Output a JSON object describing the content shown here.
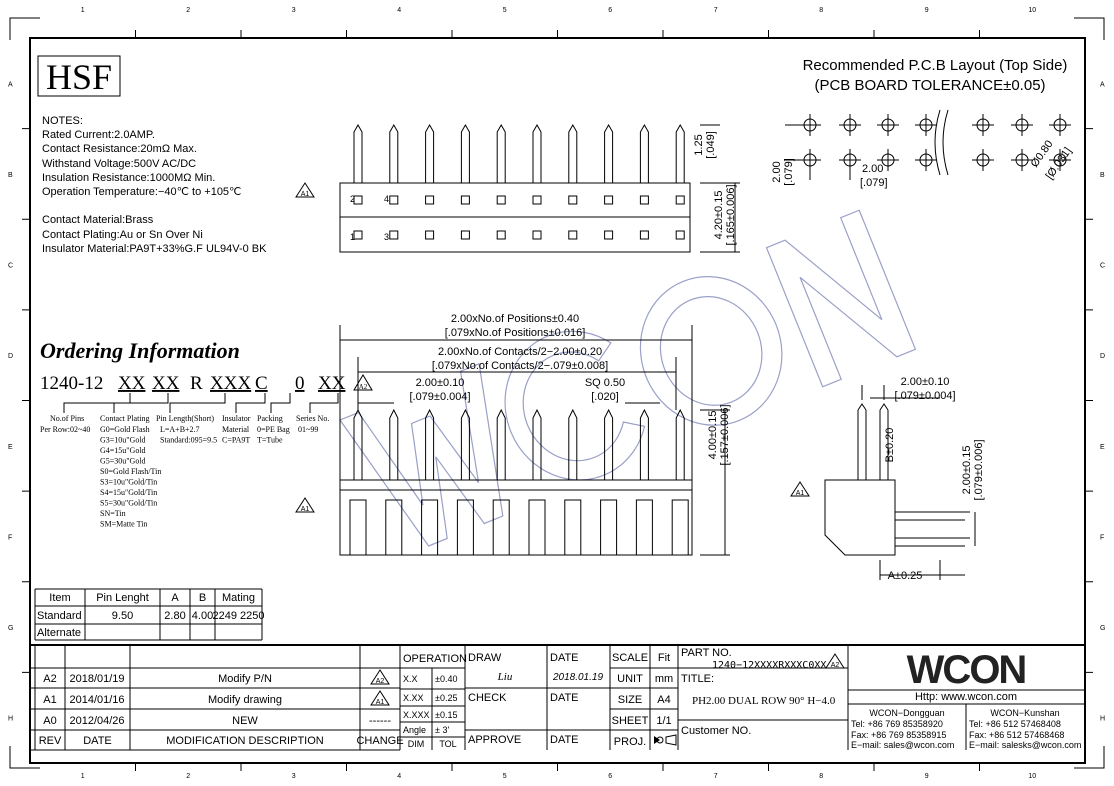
{
  "logo": "HSF",
  "notes": {
    "title": "NOTES:",
    "lines": [
      "Rated Current:2.0AMP.",
      "Contact Resistance:20mΩ Max.",
      "Withstand Voltage:500V AC/DC",
      "Insulation Resistance:1000MΩ Min.",
      "Operation Temperature:−40℃ to +105℃"
    ],
    "material_lines": [
      "Contact Material:Brass",
      "Contact Plating:Au or Sn Over Ni",
      "Insulator Material:PA9T+33%G.F UL94V-0 BK"
    ]
  },
  "grid": {
    "columns": [
      "1",
      "2",
      "3",
      "4",
      "5",
      "6",
      "7",
      "8",
      "9",
      "10"
    ],
    "rows": [
      "A",
      "B",
      "C",
      "D",
      "E",
      "F",
      "G",
      "H"
    ]
  },
  "pcb_layout": {
    "title": "Recommended P.C.B Layout (Top Side)",
    "subtitle": "(PCB BOARD TOLERANCE±0.05)",
    "dim_pitch_v": "2.00",
    "dim_pitch_v_in": "[.079]",
    "dim_pitch_h": "2.00",
    "dim_pitch_h_in": "[.079]",
    "dim_hole": "Ø0.80",
    "dim_hole_in": "[Ø.031]"
  },
  "top_view": {
    "pin_labels": [
      "2",
      "4",
      "1",
      "3"
    ],
    "rev_mark": "A1",
    "dim_tip": "1.25",
    "dim_tip_in": "[.049]",
    "dim_width": "4.20±0.15",
    "dim_width_in": "[.165±0.006]"
  },
  "front_view": {
    "dim_total": "2.00xNo.of Positions±0.40",
    "dim_total_in": "[.079xNo.of Positions±0.016]",
    "dim_contacts": "2.00xNo.of Contacts/2−2.00±0.20",
    "dim_contacts_in": "[.079xNo.of Contacts/2−.079±0.008]",
    "dim_pitch": "2.00±0.10",
    "dim_pitch_in": "[.079±0.004]",
    "dim_sq": "SQ 0.50",
    "dim_sq_in": "[.020]",
    "dim_height": "4.00±0.15",
    "dim_height_in": "[.157±0.006]",
    "rev_mark": "A1"
  },
  "side_view": {
    "dim_pitch": "2.00±0.10",
    "dim_pitch_in": "[.079±0.004]",
    "dim_b": "B±0.20",
    "dim_row": "2.00±0.15",
    "dim_row_in": "[.079±0.006]",
    "dim_a": "A±0.25",
    "rev_mark": "A1"
  },
  "ordering": {
    "title": "Ordering Information",
    "code": [
      "1240-12",
      "XX",
      "XX",
      "R",
      "XXX",
      "C",
      "0",
      "XX"
    ],
    "rev_mark": "A2",
    "fields": [
      {
        "label": "No.of Pins",
        "lines": [
          "Per Row:02~40"
        ]
      },
      {
        "label": "Contact Plating",
        "lines": [
          "G0=Gold Flash",
          "G3=10u\"Gold",
          "G4=15u\"Gold",
          "G5=30u\"Gold",
          "S0=Gold Flash/Tin",
          "S3=10u\"Gold/Tin",
          "S4=15u\"Gold/Tin",
          "S5=30u\"Gold/Tin",
          "SN=Tin",
          "SM=Matte Tin"
        ]
      },
      {
        "label": "Pin Length(Short)",
        "lines": [
          "L=A+B+2.7",
          "Standard:095=9.5"
        ]
      },
      {
        "label": "Insulator",
        "lines": [
          "Material",
          "C=PA9T"
        ]
      },
      {
        "label": "Packing",
        "lines": [
          "0=PE Bag",
          "T=Tube"
        ]
      },
      {
        "label": "Series No.",
        "lines": [
          "01~99"
        ]
      }
    ]
  },
  "pin_table": {
    "headers": [
      "Item",
      "Pin Lenght",
      "A",
      "B",
      "Mating"
    ],
    "rows": [
      [
        "Standard",
        "9.50",
        "2.80",
        "4.00",
        "2249 2250"
      ],
      [
        "Alternate",
        "",
        "",
        "",
        ""
      ]
    ]
  },
  "revisions": {
    "headers": [
      "REV",
      "DATE",
      "MODIFICATION DESCRIPTION",
      "CHANGE"
    ],
    "rows": [
      {
        "rev": "A2",
        "date": "2018/01/19",
        "desc": "Modify P/N",
        "mark": "A2"
      },
      {
        "rev": "A1",
        "date": "2014/01/16",
        "desc": "Modify drawing",
        "mark": "A1"
      },
      {
        "rev": "A0",
        "date": "2012/04/26",
        "desc": "NEW",
        "mark": "------"
      }
    ]
  },
  "title_block": {
    "operation": "OPERATION",
    "tolerances": [
      [
        "X.X",
        "±0.40"
      ],
      [
        "X.XX",
        "±0.25"
      ],
      [
        "X.XXX",
        "±0.15"
      ],
      [
        "Angle",
        "± 3'"
      ]
    ],
    "dim": "DIM",
    "tol": "TOL",
    "draw": "DRAW",
    "draw_sign": "Liu",
    "check": "CHECK",
    "approve": "APPROVE",
    "date": "DATE",
    "draw_date": "2018.01.19",
    "scale": "SCALE",
    "scale_val": "Fit",
    "unit": "UNIT",
    "unit_val": "mm",
    "size": "SIZE",
    "size_val": "A4",
    "sheet": "SHEET",
    "sheet_val": "1/1",
    "proj": "PROJ.",
    "part_no_label": "PART NO.",
    "part_no": "1240−12XXXXRXXXC0XX",
    "part_rev": "A2",
    "title_label": "TITLE:",
    "title": "PH2.00 DUAL ROW 90° H−4.0",
    "customer_label": "Customer NO."
  },
  "company": {
    "logo": "WCON",
    "url": "Http: www.wcon.com",
    "offices": [
      {
        "name": "WCON−Dongguan",
        "tel": "Tel: +86 769 85358920",
        "fax": "Fax: +86 769 85358915",
        "email": "E−mail: sales@wcon.com"
      },
      {
        "name": "WCON−Kunshan",
        "tel": "Tel: +86 512 57468408",
        "fax": "Fax: +86 512 57468468",
        "email": "E−mail: salesks@wcon.com"
      }
    ]
  },
  "watermark": "WCON"
}
